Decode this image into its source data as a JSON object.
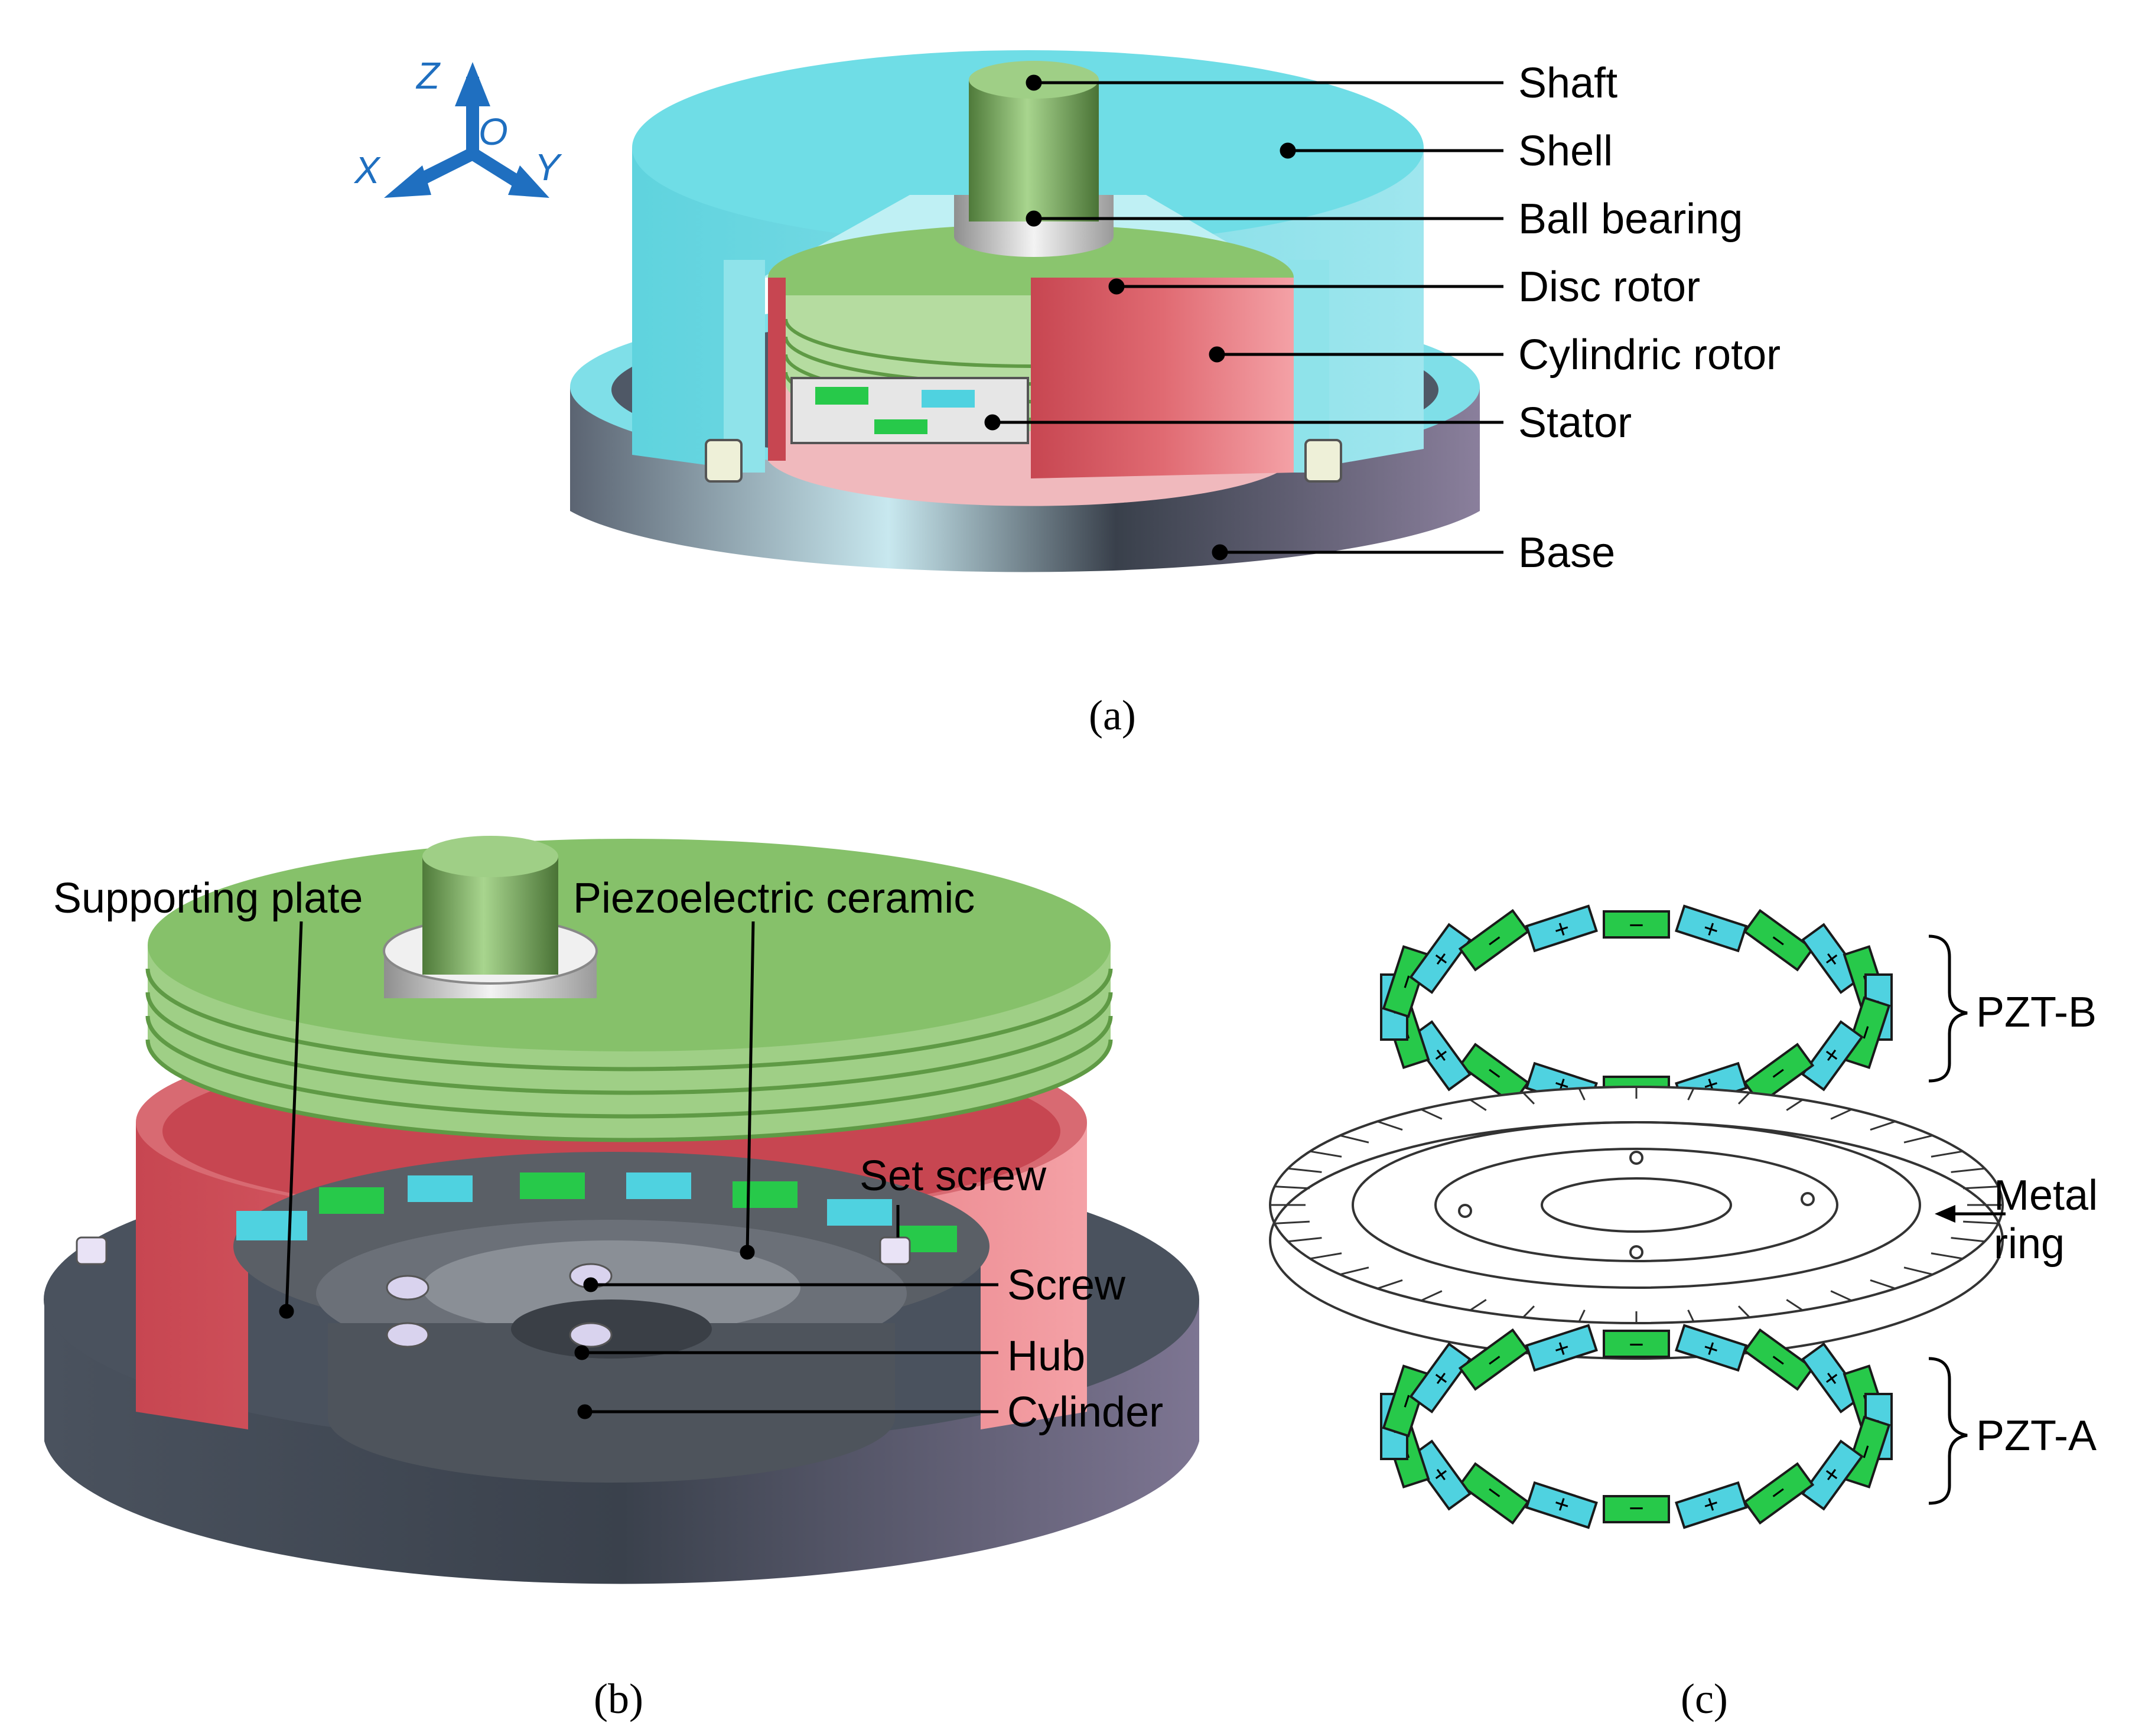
{
  "colors": {
    "cyan": "#63d8e2",
    "cyan_dark": "#3fb7c4",
    "green": "#86c16a",
    "green_dark": "#5f9a45",
    "red": "#e06a72",
    "red_dark": "#c74651",
    "base": "#5b6472",
    "base_dark": "#39404b",
    "axis_blue": "#1f6fc0"
  },
  "axes": {
    "z": "Z",
    "x": "X",
    "y": "Y",
    "o": "O"
  },
  "panel_a": {
    "caption": "(a)",
    "labels": {
      "shaft": "Shaft",
      "shell": "Shell",
      "ball_bearing": "Ball bearing",
      "disc_rotor": "Disc rotor",
      "cylindric_rotor": "Cylindric rotor",
      "stator": "Stator",
      "base": "Base"
    }
  },
  "panel_b": {
    "caption": "(b)",
    "labels": {
      "supporting_plate": "Supporting plate",
      "piezoelectric_ceramic": "Piezoelectric ceramic",
      "set_screw": "Set screw",
      "screw": "Screw",
      "hub": "Hub",
      "cylinder": "Cylinder"
    }
  },
  "panel_c": {
    "caption": "(c)",
    "labels": {
      "pzt_b": "PZT-B",
      "metal_ring": "Metal\nring",
      "metal_ring_line1": "Metal",
      "metal_ring_line2": "ring",
      "pzt_a": "PZT-A"
    },
    "polarity_signs": {
      "plus": "+",
      "minus": "−"
    }
  }
}
